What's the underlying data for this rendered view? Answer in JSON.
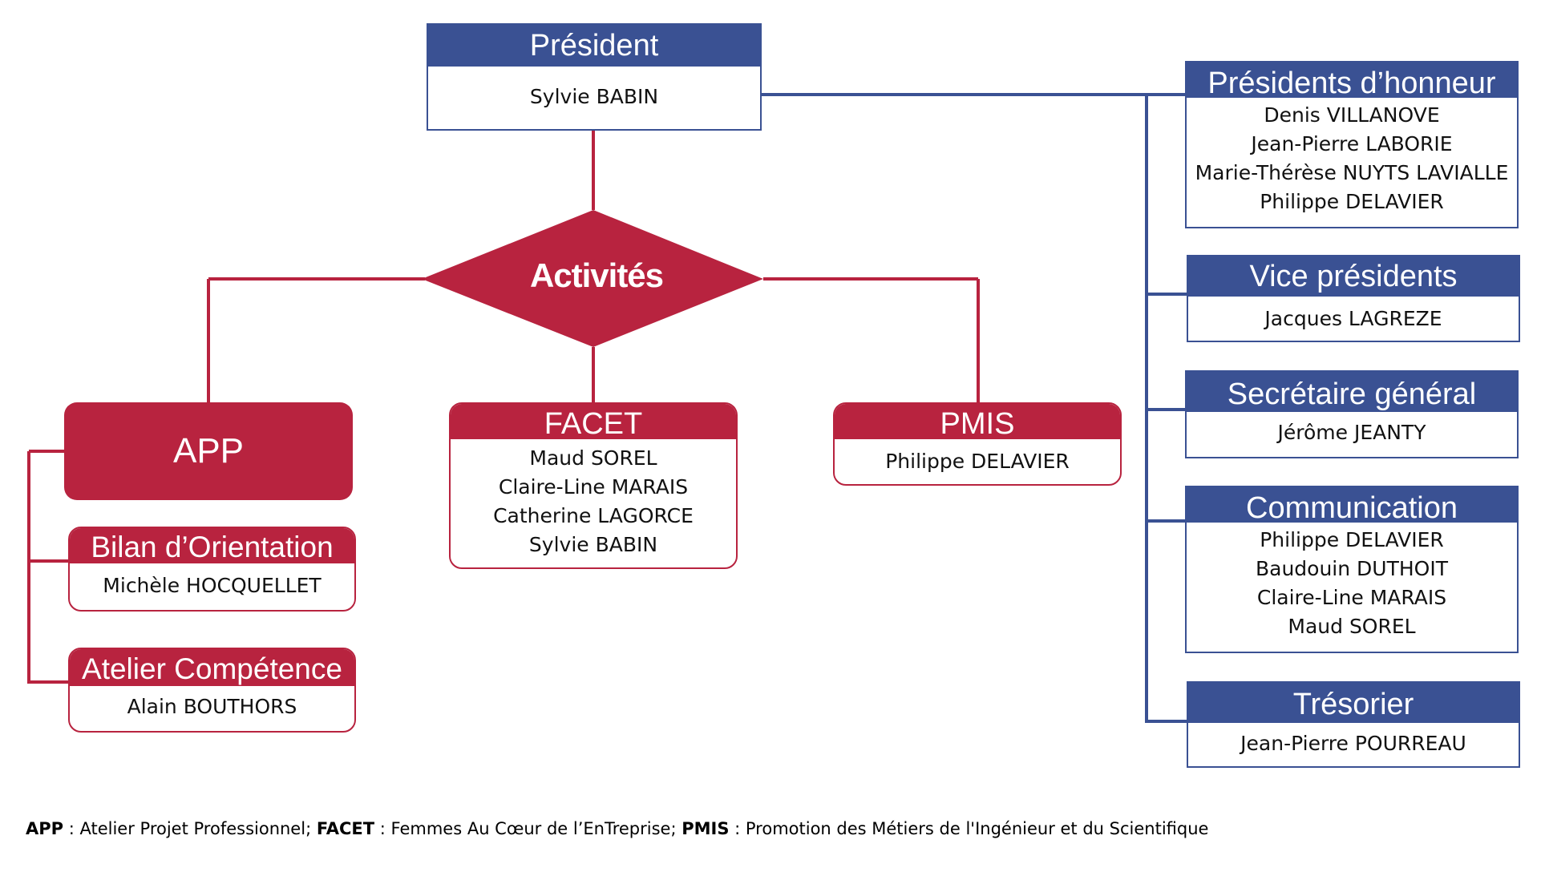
{
  "president": {
    "title": "Président",
    "names": [
      "Sylvie BABIN"
    ]
  },
  "activites": {
    "label": "Activités"
  },
  "app": {
    "label": "APP"
  },
  "bilan": {
    "title": "Bilan d’Orientation",
    "names": [
      "Michèle HOCQUELLET"
    ]
  },
  "atelier": {
    "title": "Atelier Compétence",
    "names": [
      "Alain BOUTHORS"
    ]
  },
  "facet": {
    "title": "FACET",
    "names": [
      "Maud SOREL",
      "Claire-Line MARAIS",
      "Catherine LAGORCE",
      "Sylvie BABIN"
    ]
  },
  "pmis": {
    "title": "PMIS",
    "names": [
      "Philippe DELAVIER"
    ]
  },
  "presidents_honneur": {
    "title": "Présidents d’honneur",
    "names": [
      "Denis VILLANOVE",
      "Jean-Pierre LABORIE",
      "Marie-Thérèse NUYTS LAVIALLE",
      "Philippe DELAVIER"
    ]
  },
  "vice_presidents": {
    "title": "Vice présidents",
    "names": [
      "Jacques LAGREZE"
    ]
  },
  "secretaire": {
    "title": "Secrétaire général",
    "names": [
      "Jérôme JEANTY"
    ]
  },
  "communication": {
    "title": "Communication",
    "names": [
      "Philippe DELAVIER",
      "Baudouin DUTHOIT",
      "Claire-Line MARAIS",
      "Maud SOREL"
    ]
  },
  "tresorier": {
    "title": "Trésorier",
    "names": [
      "Jean-Pierre POURREAU"
    ]
  },
  "legend": {
    "app_abbr": "APP",
    "app_text": " : Atelier Projet Professionnel; ",
    "facet_abbr": "FACET",
    "facet_text": " : Femmes Au Cœur de l’EnTreprise; ",
    "pmis_abbr": "PMIS",
    "pmis_text": " : Promotion des Métiers de l'Ingénieur et du Scientifique"
  },
  "colors": {
    "blue": "#3a5193",
    "red": "#b8233f"
  }
}
